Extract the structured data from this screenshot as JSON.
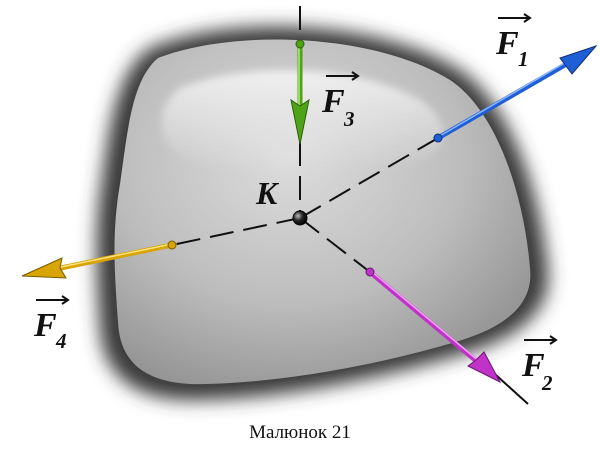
{
  "point": {
    "label": "K"
  },
  "forces": [
    {
      "id": "f1",
      "letter": "F",
      "index": "1",
      "color": "#1f5fd6",
      "highlight": "#8fb6ff"
    },
    {
      "id": "f2",
      "letter": "F",
      "index": "2",
      "color": "#c032c8",
      "highlight": "#f2a2f5"
    },
    {
      "id": "f3",
      "letter": "F",
      "index": "3",
      "color": "#4fa318",
      "highlight": "#b5ec72"
    },
    {
      "id": "f4",
      "letter": "F",
      "index": "4",
      "color": "#d8a406",
      "highlight": "#ffe27a"
    }
  ],
  "caption": "Малюнок 21"
}
